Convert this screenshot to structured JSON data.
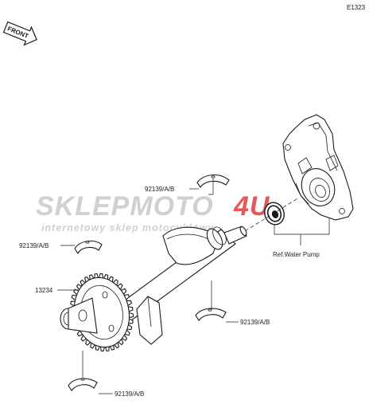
{
  "diagram_code": "E1323",
  "front_label": "FRONT",
  "watermark": {
    "brand_left": "SKLEPMOTO",
    "brand_right": "4U",
    "tagline": "internetowy sklep motocyklowy",
    "color_gray": "#c8c8c8",
    "color_red": "#e23a3a"
  },
  "parts": {
    "bearing_upper_right": "92139/A/B",
    "bearing_upper_left": "92139/A/B",
    "balancer_gear": "13234",
    "bearing_lower_right": "92139/A/B",
    "bearing_lower_left": "92139/A/B",
    "water_pump_ref": "Ref.Water Pump"
  }
}
